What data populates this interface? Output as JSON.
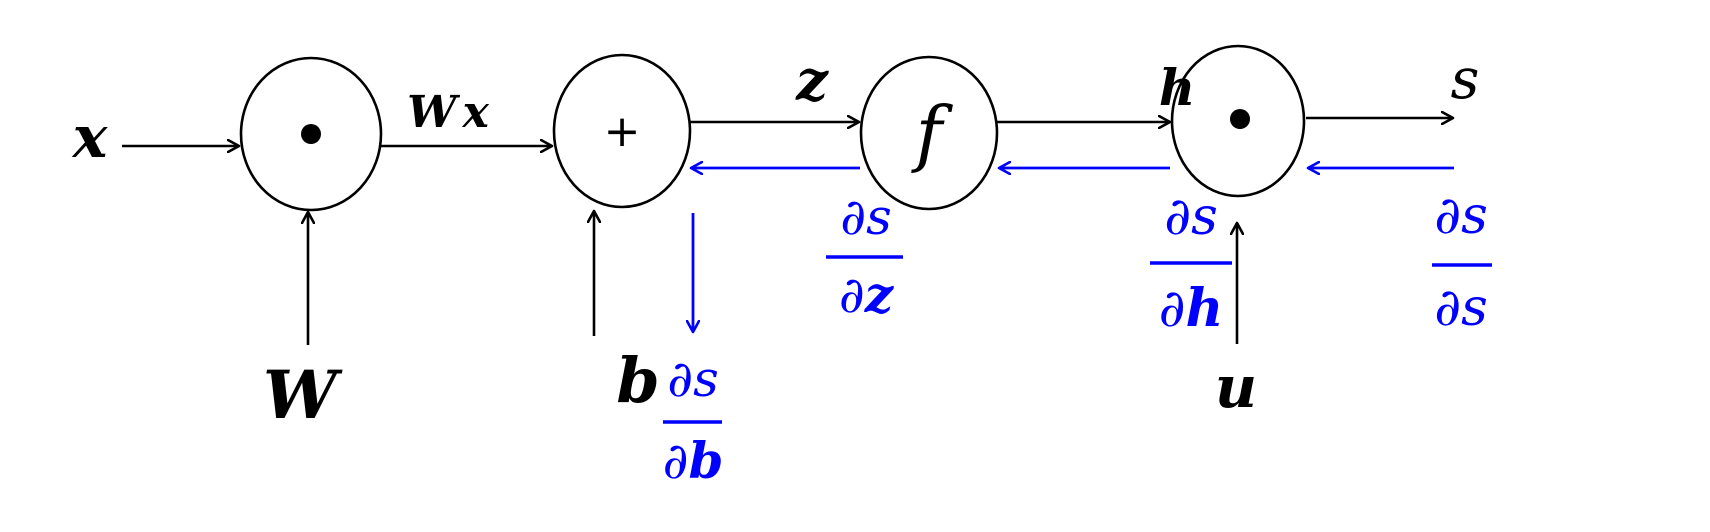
{
  "colors": {
    "forward": "#000000",
    "backward": "#0000FF",
    "background": "#FFFFFF"
  },
  "nodes": [
    {
      "id": "mul1",
      "symbol": "•",
      "kind": "dot-product"
    },
    {
      "id": "add",
      "symbol": "+",
      "kind": "sum"
    },
    {
      "id": "f",
      "symbol": "f",
      "kind": "function"
    },
    {
      "id": "mul2",
      "symbol": "•",
      "kind": "dot-product"
    }
  ],
  "inputs": {
    "x": "x",
    "W": "W",
    "b": "b",
    "u": "u"
  },
  "edges": {
    "Wx": {
      "var": "W",
      "sub": "x"
    },
    "z": "z",
    "h": "h",
    "s": "s"
  },
  "gradients": {
    "ds_dz": {
      "num": "∂s",
      "den_d": "∂",
      "den_var": "z"
    },
    "ds_dh": {
      "num": "∂s",
      "den_d": "∂",
      "den_var": "h"
    },
    "ds_ds": {
      "num": "∂s",
      "den_d": "∂",
      "den_var": "s"
    },
    "ds_db": {
      "num": "∂s",
      "den_d": "∂",
      "den_var": "b"
    }
  }
}
